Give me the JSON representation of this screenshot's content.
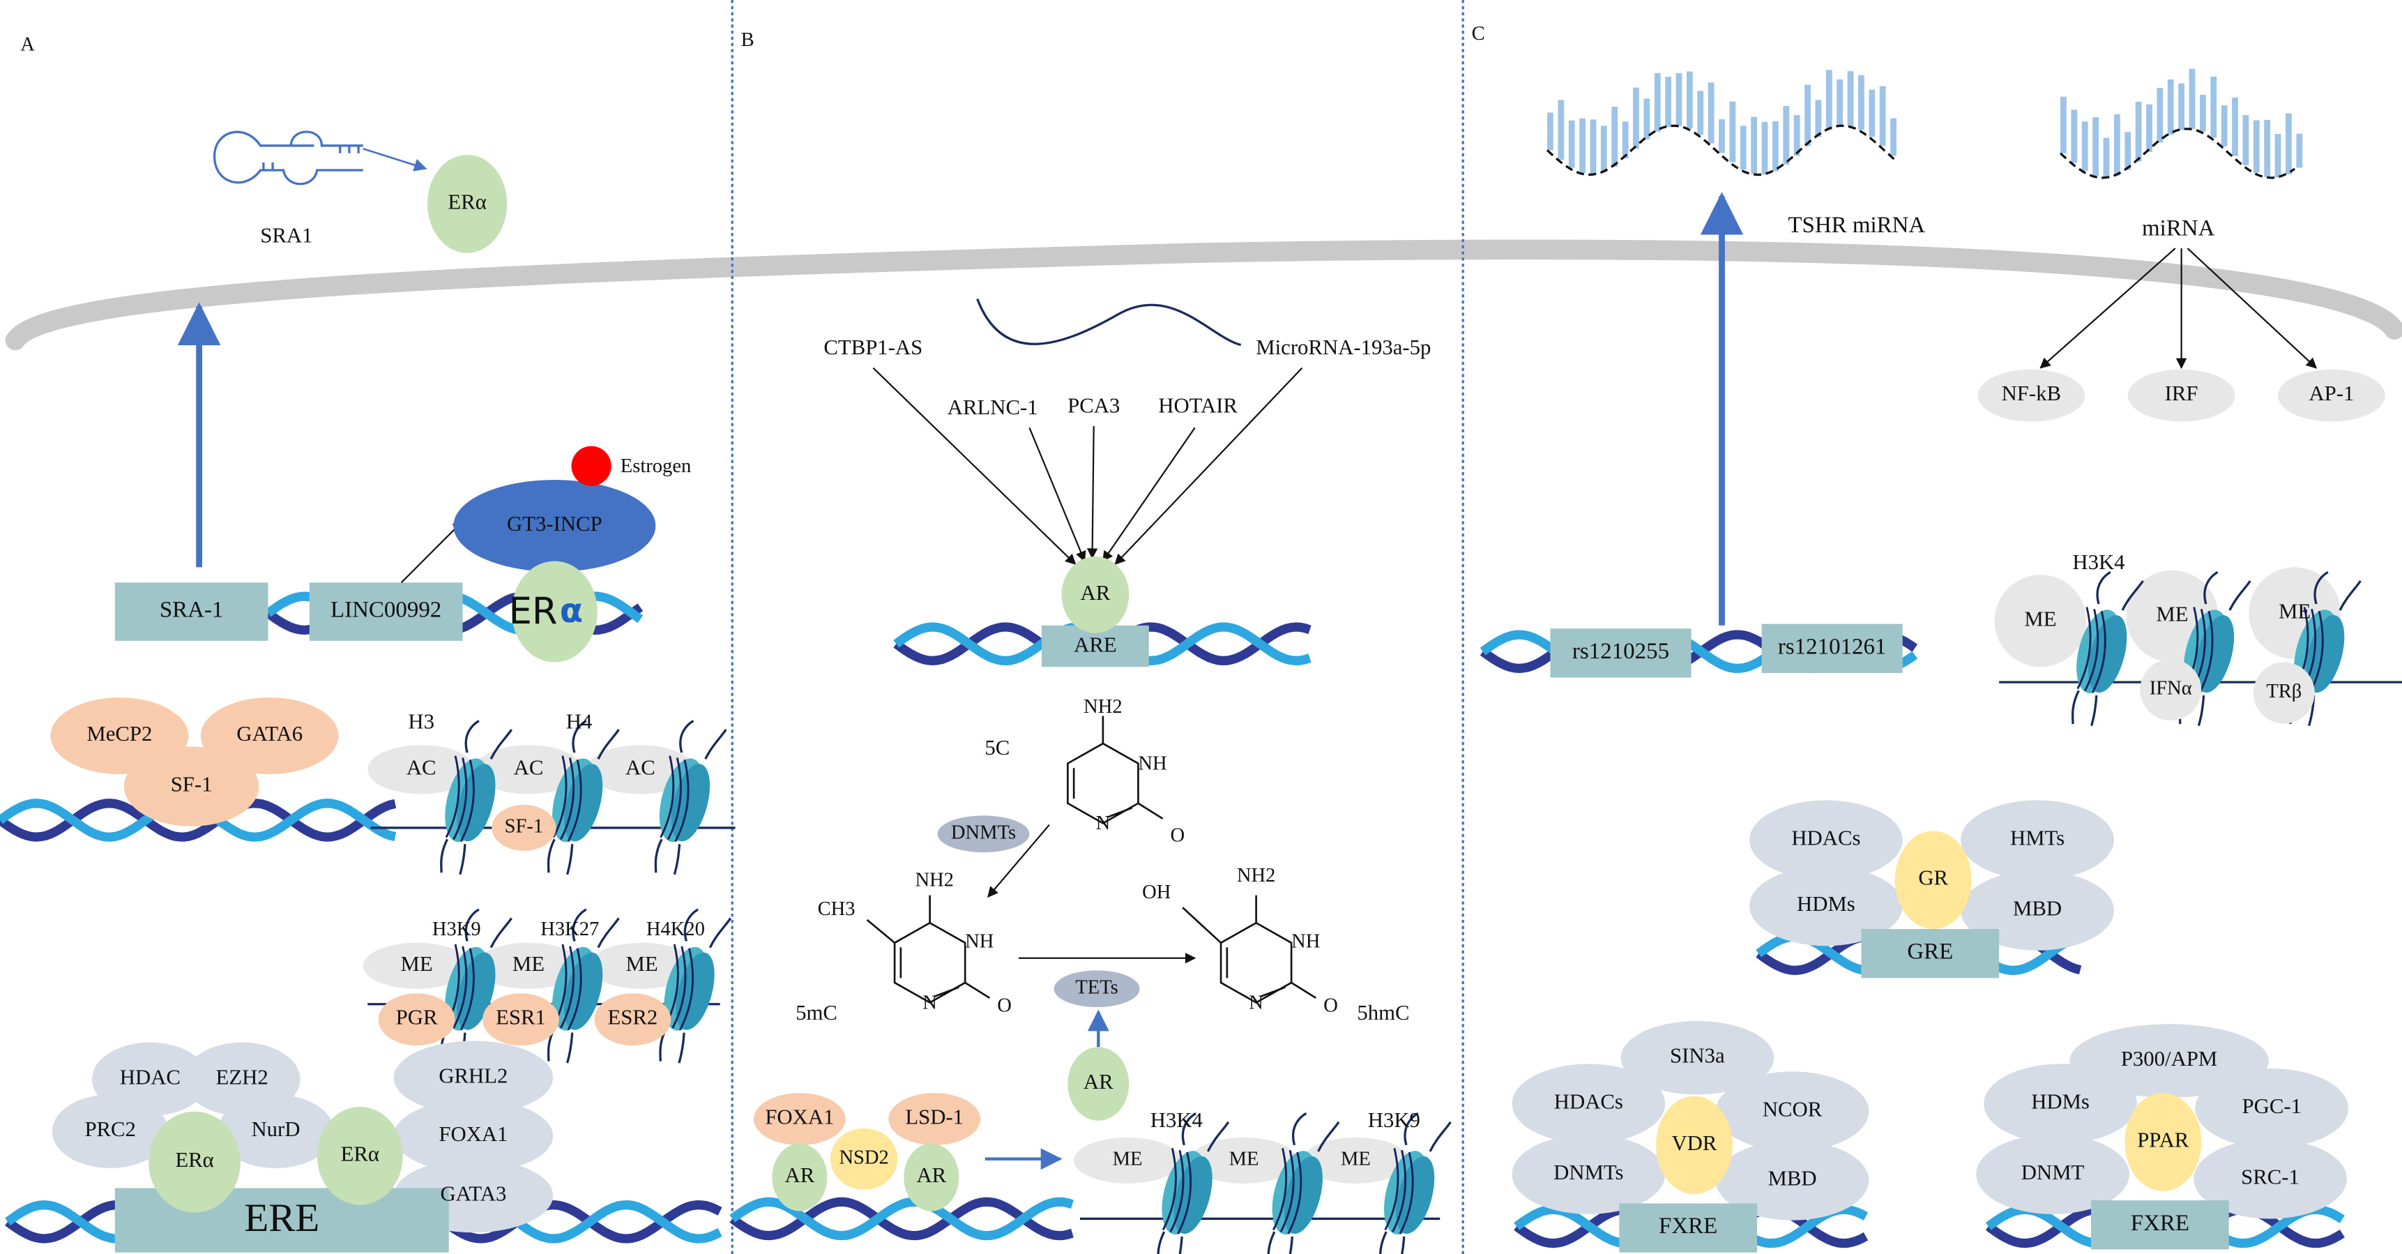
{
  "panels": {
    "a": "A",
    "b": "B",
    "c": "C"
  },
  "panel_a": {
    "sra1_label": "SRA1",
    "era_cyto": "ERα",
    "sra_1_box": "SRA-1",
    "linc_box": "LINC00992",
    "gt3": "GT3-INCP",
    "estrogen": "Estrogen",
    "era_big_er": "ER",
    "era_big_alpha": "α",
    "mecp2": "MeCP2",
    "gata6": "GATA6",
    "sf1": "SF-1",
    "h3": "H3",
    "h4": "H4",
    "ac": [
      "AC",
      "AC",
      "AC"
    ],
    "sf1_small": "SF-1",
    "h3k9": "H3K9",
    "h3k27": "H3K27",
    "h4k20": "H4K20",
    "me": [
      "ME",
      "ME",
      "ME"
    ],
    "pgr": "PGR",
    "esr1": "ESR1",
    "esr2": "ESR2",
    "hdac": "HDAC",
    "ezh2": "EZH2",
    "prc2": "PRC2",
    "nurd": "NurD",
    "era1": "ERα",
    "era2": "ERα",
    "grhl2": "GRHL2",
    "foxa1": "FOXA1",
    "gata3": "GATA3",
    "ere": "ERE"
  },
  "panel_b": {
    "ctbp1": "CTBP1-AS",
    "arlnc1": "ARLNC-1",
    "pca3": "PCA3",
    "hotair": "HOTAIR",
    "microrna": "MicroRNA-193a-5p",
    "ar": "AR",
    "are": "ARE",
    "c5": "5C",
    "nh2": "NH2",
    "nh": "NH",
    "n": "N",
    "o": "O",
    "dnmts": "DNMTs",
    "ch3": "CH3",
    "mc5": "5mC",
    "tets": "TETs",
    "oh": "OH",
    "hmc5": "5hmC",
    "ar_tets": "AR",
    "foxa1": "FOXA1",
    "lsd1": "LSD-1",
    "ar_left": "AR",
    "nsd2": "NSD2",
    "ar_right": "AR",
    "h3k4": "H3K4",
    "h3k9": "H3K9",
    "me": [
      "ME",
      "ME",
      "ME"
    ]
  },
  "panel_c": {
    "tshr_mirna": "TSHR miRNA",
    "mirna": "miRNA",
    "nfkb": "NF-kB",
    "irf": "IRF",
    "ap1": "AP-1",
    "rs1": "rs1210255",
    "rs2": "rs12101261",
    "h3k4": "H3K4",
    "me": [
      "ME",
      "ME",
      "ME"
    ],
    "ifna": "IFNα",
    "trb": "TRβ",
    "gr_group": {
      "hdacs": "HDACs",
      "hmts": "HMTs",
      "hdms": "HDMs",
      "mbd": "MBD",
      "gr": "GR",
      "gre": "GRE"
    },
    "vdr_group": {
      "sin3a": "SIN3a",
      "hdacs": "HDACs",
      "ncor": "NCOR",
      "dnmts": "DNMTs",
      "mbd": "MBD",
      "vdr": "VDR",
      "fxre": "FXRE"
    },
    "ppar_group": {
      "p300": "P300/APM",
      "hdms": "HDMs",
      "pgc1": "PGC-1",
      "dnmt": "DNMT",
      "src1": "SRC-1",
      "ppar": "PPAR",
      "fxre": "FXRE"
    }
  },
  "colors": {
    "green_protein": "#c5e0b4",
    "peach_protein": "#f8cbad",
    "yellow_protein": "#ffe699",
    "grey_complex": "#d6dce5",
    "me_grey": "#e7e7e7",
    "box_teal": "#9fc5c8",
    "gt3_blue": "#4472c4",
    "estrogen_red": "#ff0000",
    "dna_dark": "#2e3a94",
    "dna_light": "#2ea6e0",
    "nucleosome": "#4ab4c8",
    "membrane": "#c9c9c9",
    "divider": "#4472c4"
  }
}
